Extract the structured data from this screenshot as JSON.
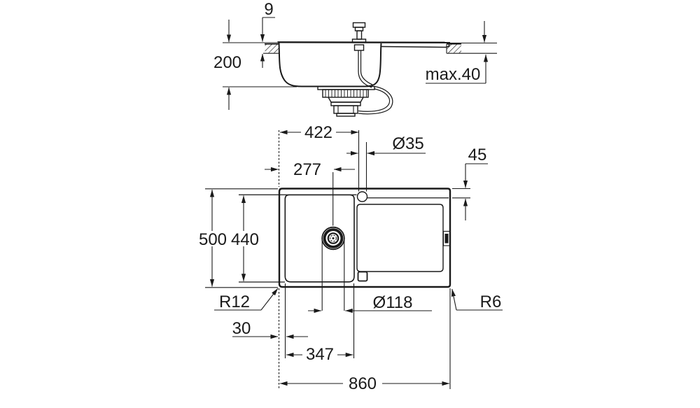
{
  "side_view": {
    "rim_height": "9",
    "bowl_depth": "200",
    "max_counter_thickness": "max.40"
  },
  "plan_view": {
    "faucet_offset": "422",
    "faucet_hole_diameter": "Ø35",
    "drain_offset": "277",
    "edge_inset_right": "45",
    "overall_depth": "500",
    "bowl_inner_depth": "440",
    "corner_radius_left": "R12",
    "corner_radius_right": "R6",
    "edge_inset_left": "30",
    "drain_cutout_diameter": "Ø118",
    "bowl_inner_width": "347",
    "overall_width": "860"
  },
  "colors": {
    "line": "#1a1a1a",
    "background": "#ffffff"
  }
}
